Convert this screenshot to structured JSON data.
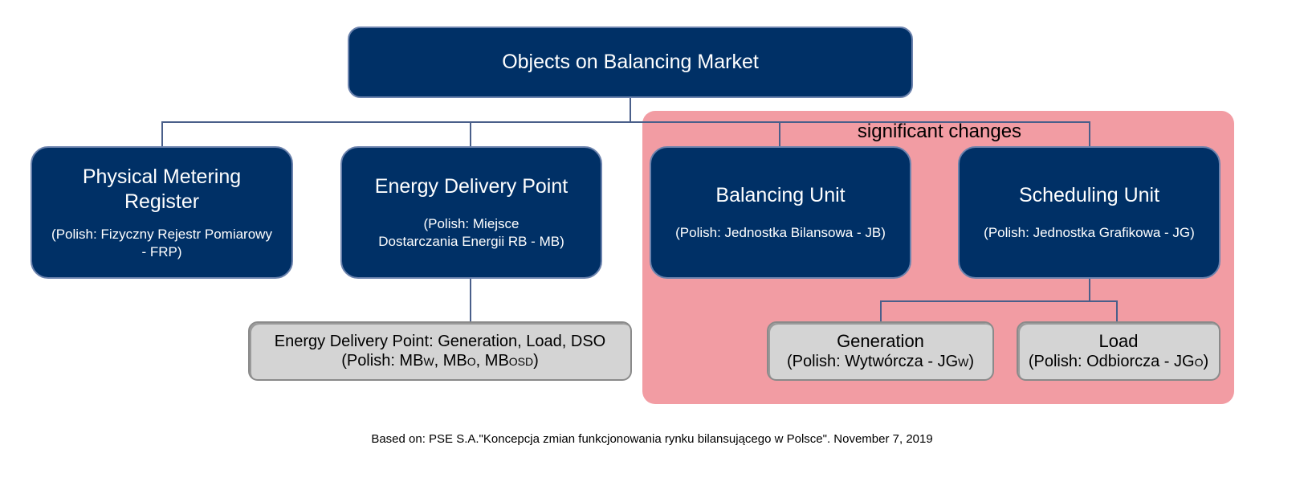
{
  "root": {
    "title": "Objects on Balancing Market"
  },
  "region": {
    "label": "significant changes",
    "color": "#f29ca3"
  },
  "nodes": {
    "pmr": {
      "title_1": "Physical Metering",
      "title_2": "Register",
      "subtitle_1": "(Polish: Fizyczny Rejestr Pomiarowy",
      "subtitle_2": "- FRP)"
    },
    "edp": {
      "title": "Energy Delivery Point",
      "subtitle_1": "(Polish: Miejsce",
      "subtitle_2": "Dostarczania Energii RB - MB)"
    },
    "bu": {
      "title": "Balancing Unit",
      "subtitle": "(Polish: Jednostka Bilansowa - JB)"
    },
    "su": {
      "title": "Scheduling Unit",
      "subtitle": "(Polish: Jednostka Grafikowa - JG)"
    },
    "edp_sub": {
      "title": "Energy Delivery Point: Generation, Load, DSO",
      "sub_pre": "(Polish: MB",
      "sub_a": "W",
      ",": ", MB",
      "sub_b": "O",
      "sep2": ", MB",
      "sub_c": "OSD",
      "close": ")"
    },
    "gen": {
      "title": "Generation",
      "sub_pre": "(Polish: Wytwórcza - JG",
      "sub": "W",
      "close": ")"
    },
    "load": {
      "title": "Load",
      "sub_pre": "(Polish: Odbiorcza - JG",
      "sub": "O",
      "close": ")"
    }
  },
  "caption": "Based on: PSE S.A.\"Koncepcja zmian funkcjonowania rynku bilansującego w Polsce\". November 7, 2019",
  "colors": {
    "navy": "#003066",
    "gray": "#d4d4d4"
  }
}
